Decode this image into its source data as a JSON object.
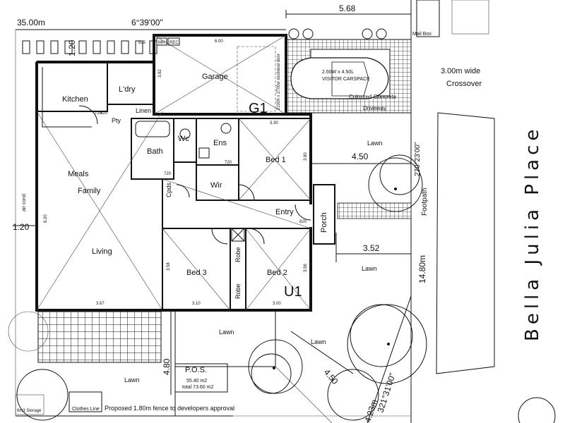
{
  "dimensions": {
    "top_left": "35.00m",
    "bearing_top": "6°39'00\"",
    "top_right": "5.68",
    "left_side": "1.20",
    "right_upper": "4.50",
    "bearing_right": "270°23'00\"",
    "right_mid": "3.52",
    "frontage": "14.80m",
    "bottom_diag": "4.50",
    "bottom_height": "4.80",
    "bearing_bottom": "321°31'00\"",
    "bottom_corner": "4.23m",
    "garage_w": "6.00",
    "garage_d": "3.82",
    "side_120": "1.20",
    "bed1_w": "3.30",
    "bed1_d": "3.80",
    "bed3_w": "3.10",
    "bed3_d": "3.58",
    "bed2_w": "3.00",
    "bed2_d": "3.56",
    "living_w": "3.67",
    "meals_d": "8.20",
    "entry": "820",
    "w720a": "720",
    "w720b": "720",
    "w720c": "720",
    "w920": "920"
  },
  "rooms": {
    "garage": "Garage",
    "garage_id": "G1",
    "laundry": "L'dry",
    "kitchen": "Kitchen",
    "pantry": "Pty",
    "linen": "Linen",
    "bath": "Bath",
    "wc": "Wc",
    "ens": "Ens",
    "wir": "Wir",
    "bed1": "Bed 1",
    "meals": "Meals",
    "family": "Family",
    "living": "Living",
    "bed3": "Bed 3",
    "bed2": "Bed 2",
    "unit_id": "U1",
    "entry": "Entry",
    "porch": "Porch",
    "robe1": "Robe",
    "robe2": "Robe",
    "cpds": "Cpds",
    "air_cond": "air cond"
  },
  "site": {
    "crossover": "3.00m wide\nCrossover",
    "mailbox": "Mail Box",
    "visitor_carspace": "2.60W x 4.50L\nVISITOR CARSPACE",
    "driveway": "Coloured Concrete\nDriveway",
    "lawn1": "Lawn",
    "lawn2": "Lawn",
    "lawn3": "Lawn",
    "lawn4": "Lawn",
    "lawn5": "Lawn",
    "footpath": "Footpath",
    "street": "Bella Julia Place",
    "pos_title": "P.O.S.",
    "pos_area": "55.40 m2",
    "pos_total": "total 73.60 m2",
    "clothes_line": "Clothes Line",
    "fence_note": "Proposed 1.80m fence to developers approval",
    "storage": "6m3 Storage",
    "sectional_door": "2100h x 2700w sectional door",
    "mh": "MH",
    "rec": "REC",
    "code_825": "825"
  }
}
